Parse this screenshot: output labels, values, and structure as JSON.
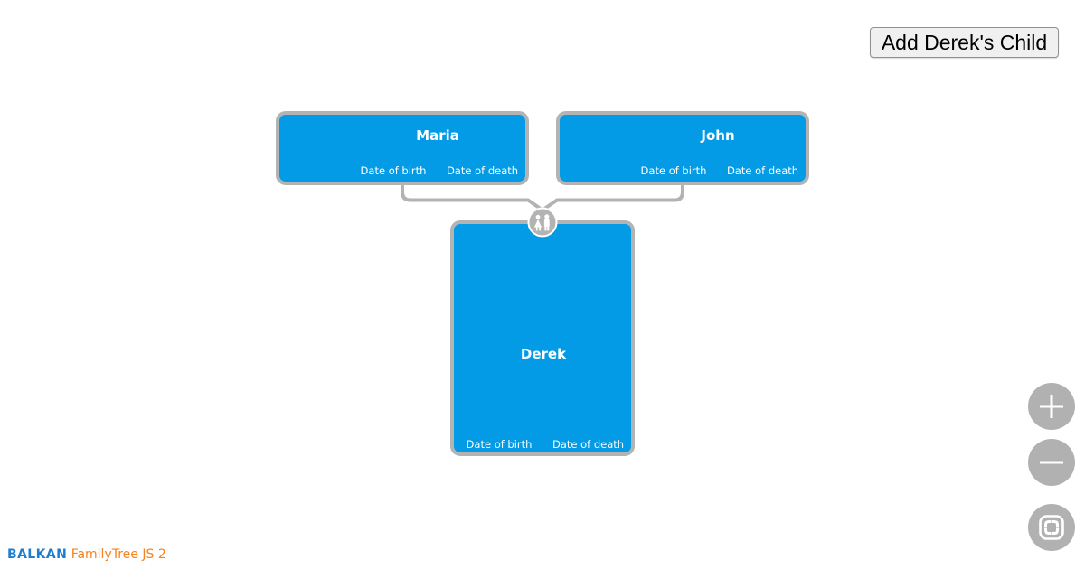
{
  "app": {
    "background": "#ffffff"
  },
  "toolbar": {
    "add_child_label": "Add Derek's Child"
  },
  "tree": {
    "node_fill": "#039be5",
    "node_border": "#b3b3b3",
    "connector_color": "#b3b3b3",
    "partner_link_icon": "couple-icon",
    "nodes": [
      {
        "name": "Maria",
        "birth_label": "Date of birth",
        "death_label": "Date of death",
        "role": "mother"
      },
      {
        "name": "John",
        "birth_label": "Date of birth",
        "death_label": "Date of death",
        "role": "father"
      },
      {
        "name": "Derek",
        "birth_label": "Date of birth",
        "death_label": "Date of death",
        "role": "child"
      }
    ]
  },
  "controls": {
    "button_color": "#b1b1b1",
    "buttons": [
      {
        "icon": "plus-icon",
        "action": "zoom-in"
      },
      {
        "icon": "minus-icon",
        "action": "zoom-out"
      },
      {
        "icon": "fit-icon",
        "action": "fit-to-screen"
      }
    ]
  },
  "footer": {
    "brand": "BALKAN",
    "product": "FamilyTree JS 2",
    "brand_color": "#1c7ed0",
    "product_color": "#f5821e"
  }
}
